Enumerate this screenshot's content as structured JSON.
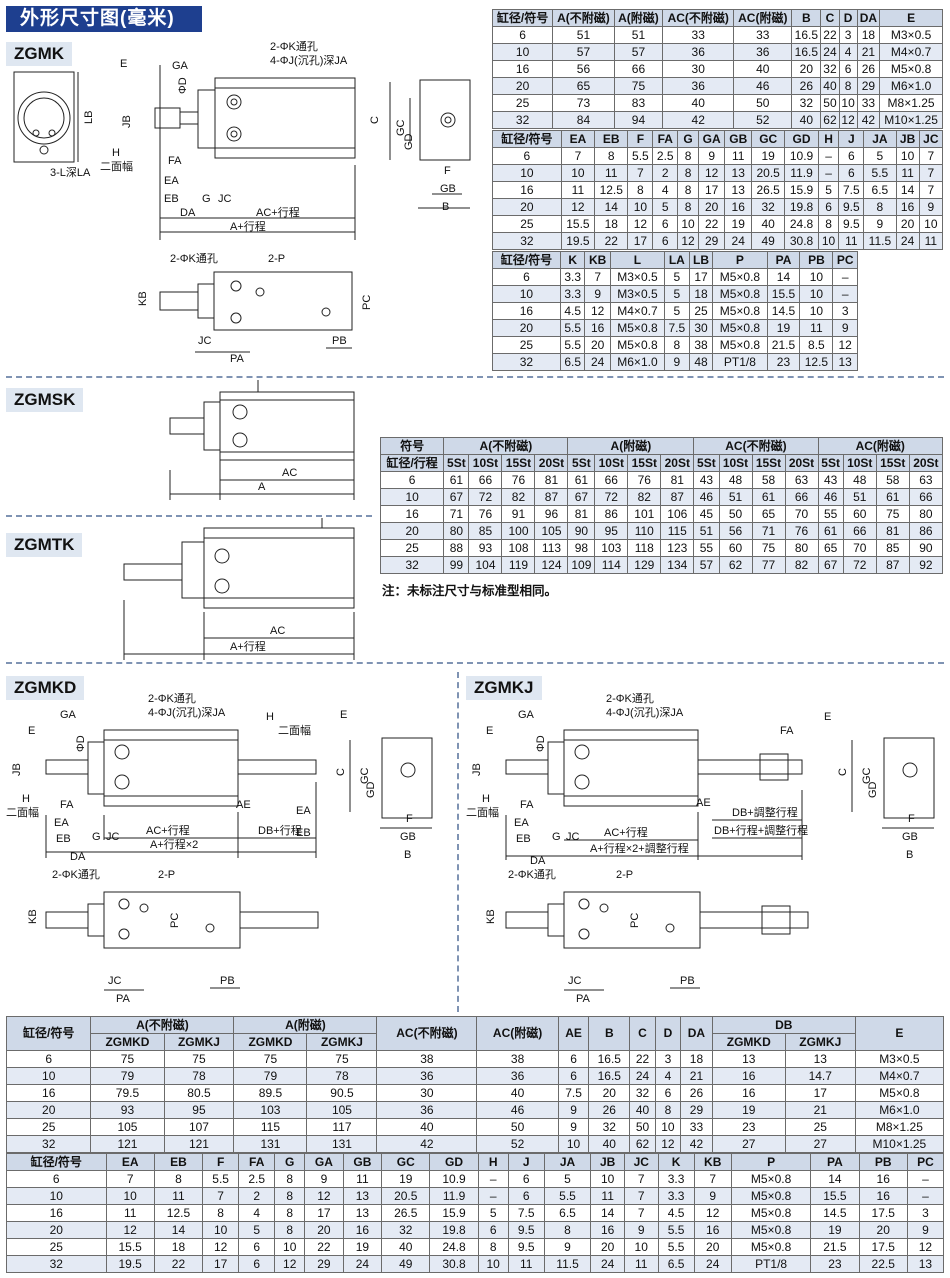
{
  "title": "外形尺寸图(毫米)",
  "models": {
    "zgmk": "ZGMK",
    "zgmsk": "ZGMSK",
    "zgmtk": "ZGMTK",
    "zgmkd": "ZGMKD",
    "zgmkj": "ZGMKJ"
  },
  "note": "注：未标注尺寸与标准型相同。",
  "table1": {
    "headers": [
      "缸径/符号",
      "A(不附磁)",
      "A(附磁)",
      "AC(不附磁)",
      "AC(附磁)",
      "B",
      "C",
      "D",
      "DA",
      "E"
    ],
    "rows": [
      [
        "6",
        "51",
        "51",
        "33",
        "33",
        "16.5",
        "22",
        "3",
        "18",
        "M3×0.5"
      ],
      [
        "10",
        "57",
        "57",
        "36",
        "36",
        "16.5",
        "24",
        "4",
        "21",
        "M4×0.7"
      ],
      [
        "16",
        "56",
        "66",
        "30",
        "40",
        "20",
        "32",
        "6",
        "26",
        "M5×0.8"
      ],
      [
        "20",
        "65",
        "75",
        "36",
        "46",
        "26",
        "40",
        "8",
        "29",
        "M6×1.0"
      ],
      [
        "25",
        "73",
        "83",
        "40",
        "50",
        "32",
        "50",
        "10",
        "33",
        "M8×1.25"
      ],
      [
        "32",
        "84",
        "94",
        "42",
        "52",
        "40",
        "62",
        "12",
        "42",
        "M10×1.25"
      ]
    ]
  },
  "table2": {
    "headers": [
      "缸径/符号",
      "EA",
      "EB",
      "F",
      "FA",
      "G",
      "GA",
      "GB",
      "GC",
      "GD",
      "H",
      "J",
      "JA",
      "JB",
      "JC"
    ],
    "rows": [
      [
        "6",
        "7",
        "8",
        "5.5",
        "2.5",
        "8",
        "9",
        "11",
        "19",
        "10.9",
        "–",
        "6",
        "5",
        "10",
        "7"
      ],
      [
        "10",
        "10",
        "11",
        "7",
        "2",
        "8",
        "12",
        "13",
        "20.5",
        "11.9",
        "–",
        "6",
        "5.5",
        "11",
        "7"
      ],
      [
        "16",
        "11",
        "12.5",
        "8",
        "4",
        "8",
        "17",
        "13",
        "26.5",
        "15.9",
        "5",
        "7.5",
        "6.5",
        "14",
        "7"
      ],
      [
        "20",
        "12",
        "14",
        "10",
        "5",
        "8",
        "20",
        "16",
        "32",
        "19.8",
        "6",
        "9.5",
        "8",
        "16",
        "9"
      ],
      [
        "25",
        "15.5",
        "18",
        "12",
        "6",
        "10",
        "22",
        "19",
        "40",
        "24.8",
        "8",
        "9.5",
        "9",
        "20",
        "10"
      ],
      [
        "32",
        "19.5",
        "22",
        "17",
        "6",
        "12",
        "29",
        "24",
        "49",
        "30.8",
        "10",
        "11",
        "11.5",
        "24",
        "11"
      ]
    ]
  },
  "table3": {
    "headers": [
      "缸径/符号",
      "K",
      "KB",
      "L",
      "LA",
      "LB",
      "P",
      "PA",
      "PB",
      "PC"
    ],
    "rows": [
      [
        "6",
        "3.3",
        "7",
        "M3×0.5",
        "5",
        "17",
        "M5×0.8",
        "14",
        "10",
        "–"
      ],
      [
        "10",
        "3.3",
        "9",
        "M3×0.5",
        "5",
        "18",
        "M5×0.8",
        "15.5",
        "10",
        "–"
      ],
      [
        "16",
        "4.5",
        "12",
        "M4×0.7",
        "5",
        "25",
        "M5×0.8",
        "14.5",
        "10",
        "3"
      ],
      [
        "20",
        "5.5",
        "16",
        "M5×0.8",
        "7.5",
        "30",
        "M5×0.8",
        "19",
        "11",
        "9"
      ],
      [
        "25",
        "5.5",
        "20",
        "M5×0.8",
        "8",
        "38",
        "M5×0.8",
        "21.5",
        "8.5",
        "12"
      ],
      [
        "32",
        "6.5",
        "24",
        "M6×1.0",
        "9",
        "48",
        "PT1/8",
        "23",
        "12.5",
        "13"
      ]
    ]
  },
  "table4": {
    "h1": [
      "符号",
      "A(不附磁)",
      "A(附磁)",
      "AC(不附磁)",
      "AC(附磁)"
    ],
    "h2": [
      "缸径/行程",
      "5St",
      "10St",
      "15St",
      "20St",
      "5St",
      "10St",
      "15St",
      "20St",
      "5St",
      "10St",
      "15St",
      "20St",
      "5St",
      "10St",
      "15St",
      "20St"
    ],
    "rows": [
      [
        "6",
        "61",
        "66",
        "76",
        "81",
        "61",
        "66",
        "76",
        "81",
        "43",
        "48",
        "58",
        "63",
        "43",
        "48",
        "58",
        "63"
      ],
      [
        "10",
        "67",
        "72",
        "82",
        "87",
        "67",
        "72",
        "82",
        "87",
        "46",
        "51",
        "61",
        "66",
        "46",
        "51",
        "61",
        "66"
      ],
      [
        "16",
        "71",
        "76",
        "91",
        "96",
        "81",
        "86",
        "101",
        "106",
        "45",
        "50",
        "65",
        "70",
        "55",
        "60",
        "75",
        "80"
      ],
      [
        "20",
        "80",
        "85",
        "100",
        "105",
        "90",
        "95",
        "110",
        "115",
        "51",
        "56",
        "71",
        "76",
        "61",
        "66",
        "81",
        "86"
      ],
      [
        "25",
        "88",
        "93",
        "108",
        "113",
        "98",
        "103",
        "118",
        "123",
        "55",
        "60",
        "75",
        "80",
        "65",
        "70",
        "85",
        "90"
      ],
      [
        "32",
        "99",
        "104",
        "119",
        "124",
        "109",
        "114",
        "129",
        "134",
        "57",
        "62",
        "77",
        "82",
        "67",
        "72",
        "87",
        "92"
      ]
    ]
  },
  "table5": {
    "h1": [
      "缸径/符号",
      "A(不附磁)",
      "A(附磁)",
      "AC(不附磁)",
      "AC(附磁)",
      "AE",
      "B",
      "C",
      "D",
      "DA",
      "DB",
      "E"
    ],
    "h2": [
      "ZGMKD",
      "ZGMKJ",
      "ZGMKD",
      "ZGMKJ",
      "ZGMKD",
      "ZGMKJ"
    ],
    "rows": [
      [
        "6",
        "75",
        "75",
        "75",
        "75",
        "38",
        "38",
        "6",
        "16.5",
        "22",
        "3",
        "18",
        "13",
        "13",
        "M3×0.5"
      ],
      [
        "10",
        "79",
        "78",
        "79",
        "78",
        "36",
        "36",
        "6",
        "16.5",
        "24",
        "4",
        "21",
        "16",
        "14.7",
        "M4×0.7"
      ],
      [
        "16",
        "79.5",
        "80.5",
        "89.5",
        "90.5",
        "30",
        "40",
        "7.5",
        "20",
        "32",
        "6",
        "26",
        "16",
        "17",
        "M5×0.8"
      ],
      [
        "20",
        "93",
        "95",
        "103",
        "105",
        "36",
        "46",
        "9",
        "26",
        "40",
        "8",
        "29",
        "19",
        "21",
        "M6×1.0"
      ],
      [
        "25",
        "105",
        "107",
        "115",
        "117",
        "40",
        "50",
        "9",
        "32",
        "50",
        "10",
        "33",
        "23",
        "25",
        "M8×1.25"
      ],
      [
        "32",
        "121",
        "121",
        "131",
        "131",
        "42",
        "52",
        "10",
        "40",
        "62",
        "12",
        "42",
        "27",
        "27",
        "M10×1.25"
      ]
    ]
  },
  "table6": {
    "headers": [
      "缸径/符号",
      "EA",
      "EB",
      "F",
      "FA",
      "G",
      "GA",
      "GB",
      "GC",
      "GD",
      "H",
      "J",
      "JA",
      "JB",
      "JC",
      "K",
      "KB",
      "P",
      "PA",
      "PB",
      "PC"
    ],
    "rows": [
      [
        "6",
        "7",
        "8",
        "5.5",
        "2.5",
        "8",
        "9",
        "11",
        "19",
        "10.9",
        "–",
        "6",
        "5",
        "10",
        "7",
        "3.3",
        "7",
        "M5×0.8",
        "14",
        "16",
        "–"
      ],
      [
        "10",
        "10",
        "11",
        "7",
        "2",
        "8",
        "12",
        "13",
        "20.5",
        "11.9",
        "–",
        "6",
        "5.5",
        "11",
        "7",
        "3.3",
        "9",
        "M5×0.8",
        "15.5",
        "16",
        "–"
      ],
      [
        "16",
        "11",
        "12.5",
        "8",
        "4",
        "8",
        "17",
        "13",
        "26.5",
        "15.9",
        "5",
        "7.5",
        "6.5",
        "14",
        "7",
        "4.5",
        "12",
        "M5×0.8",
        "14.5",
        "17.5",
        "3"
      ],
      [
        "20",
        "12",
        "14",
        "10",
        "5",
        "8",
        "20",
        "16",
        "32",
        "19.8",
        "6",
        "9.5",
        "8",
        "16",
        "9",
        "5.5",
        "16",
        "M5×0.8",
        "19",
        "20",
        "9"
      ],
      [
        "25",
        "15.5",
        "18",
        "12",
        "6",
        "10",
        "22",
        "19",
        "40",
        "24.8",
        "8",
        "9.5",
        "9",
        "20",
        "10",
        "5.5",
        "20",
        "M5×0.8",
        "21.5",
        "17.5",
        "12"
      ],
      [
        "32",
        "19.5",
        "22",
        "17",
        "6",
        "12",
        "29",
        "24",
        "49",
        "30.8",
        "10",
        "11",
        "11.5",
        "24",
        "11",
        "6.5",
        "24",
        "PT1/8",
        "23",
        "22.5",
        "13"
      ]
    ]
  },
  "labels": {
    "zgmk": {
      "e": "E",
      "ga": "GA",
      "d": "ΦD",
      "lb": "LB",
      "jb": "JB",
      "la": "3-L深LA",
      "h": "H",
      "flats": "二面幅",
      "fa": "FA",
      "ea": "EA",
      "eb": "EB",
      "g": "G",
      "jc": "JC",
      "da": "DA",
      "ac": "AC+行程",
      "a": "A+行程",
      "k": "2-ΦK通孔",
      "j": "4-ΦJ(沉孔)深JA",
      "c": "C",
      "gc": "GC",
      "gd": "GD",
      "f": "F",
      "gb": "GB",
      "b": "B",
      "kb": "KB",
      "p": "2-P",
      "pc": "PC",
      "pb": "PB",
      "pa": "PA"
    },
    "zgmsk": {
      "ac": "AC",
      "a": "A"
    },
    "zgmtk": {
      "ac": "AC",
      "a": "A+行程"
    },
    "zgmkd": {
      "k": "2-ΦK通孔",
      "j": "4-ΦJ(沉孔)深JA",
      "ga": "GA",
      "e": "E",
      "d": "ΦD",
      "jb": "JB",
      "h": "H",
      "flats": "二面幅",
      "fa": "FA",
      "ea": "EA",
      "eb": "EB",
      "g": "G",
      "jc": "JC",
      "ae": "AE",
      "da": "DA",
      "ac": "AC+行程",
      "db": "DB+行程",
      "a": "A+行程×2",
      "c": "C",
      "gc": "GC",
      "gd": "GD",
      "f": "F",
      "gb": "GB",
      "b": "B",
      "p": "2-P",
      "kb": "KB",
      "pc": "PC",
      "pa": "PA",
      "pb": "PB"
    },
    "zgmkj": {
      "k": "2-ΦK通孔",
      "j": "4-ΦJ(沉孔)深JA",
      "ga": "GA",
      "e": "E",
      "d": "ΦD",
      "jb": "JB",
      "h": "H",
      "flats": "二面幅",
      "fa": "FA",
      "ea": "EA",
      "eb": "EB",
      "g": "G",
      "jc": "JC",
      "ae": "AE",
      "da": "DA",
      "ac": "AC+行程",
      "db1": "DB+調整行程",
      "db2": "DB+行程+調整行程",
      "a": "A+行程×2+調整行程",
      "c": "C",
      "gc": "GC",
      "gd": "GD",
      "f": "F",
      "gb": "GB",
      "b": "B",
      "p": "2-P",
      "kb": "KB",
      "pc": "PC",
      "pa": "PA",
      "pb": "PB"
    }
  },
  "colors": {
    "banner": "#1e3f8f",
    "header": "#cfd9e8",
    "altRow": "#e4eaf4",
    "dash": "#7f93b3"
  }
}
